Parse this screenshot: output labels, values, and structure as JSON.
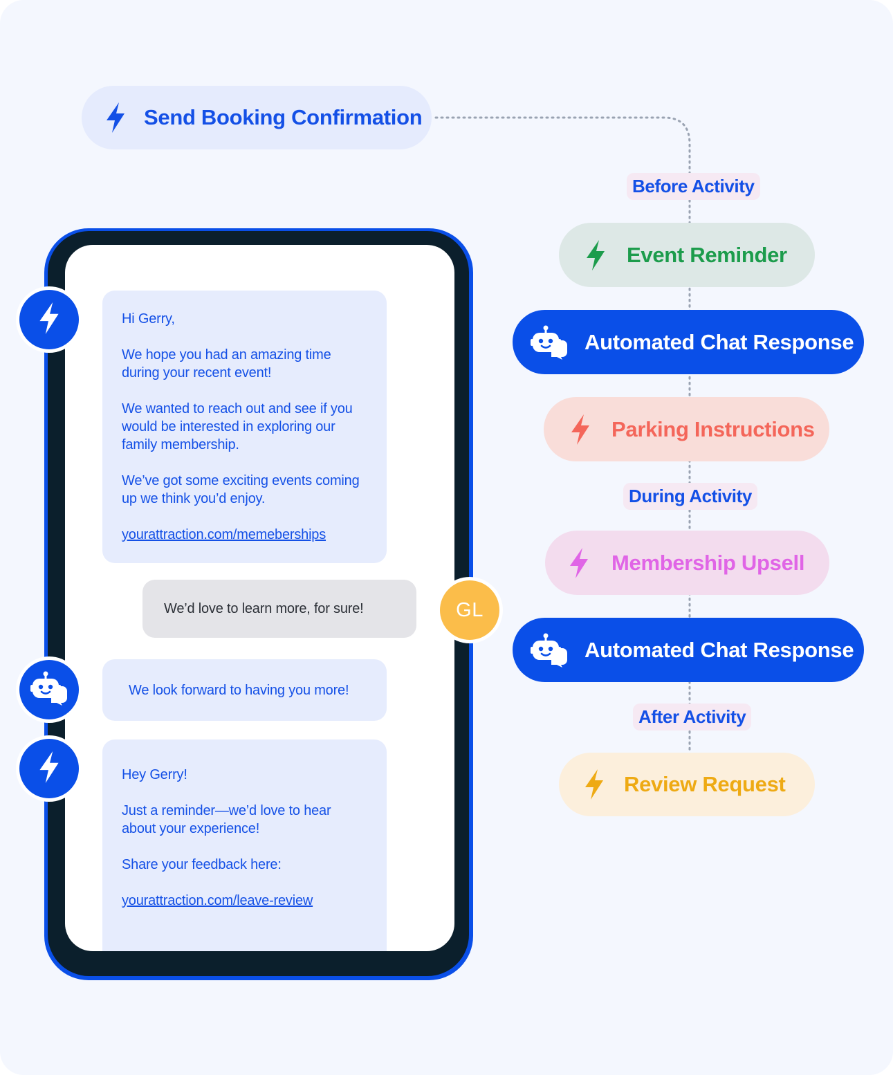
{
  "flow": {
    "send_booking": "Send Booking Confirmation",
    "before_activity": "Before Activity",
    "event_reminder": "Event Reminder",
    "automated_chat_1": "Automated Chat Response",
    "parking_instructions": "Parking Instructions",
    "during_activity": "During Activity",
    "membership_upsell": "Membership Upsell",
    "automated_chat_2": "Automated Chat Response",
    "after_activity": "After Activity",
    "review_request": "Review Request"
  },
  "colors": {
    "brand_blue": "#0a4fe8",
    "green": "#1c9c4c",
    "coral": "#f4665a",
    "pink": "#e065e6",
    "amber": "#eeaa14",
    "avatar_yellow": "#fbbd4a"
  },
  "chat": {
    "message_1": {
      "greeting": "Hi Gerry,",
      "para_1": "We hope you had an amazing time during your recent event!",
      "para_2": "We wanted to reach out and see if you would be interested in exploring our family membership.",
      "para_3": "We’ve got some exciting events coming up we think you’d enjoy.",
      "link": "yourattraction.com/memeberships"
    },
    "reply": "We’d love to learn more, for sure!",
    "user_initials": "GL",
    "bot_message": "We look forward to having you more!",
    "message_2": {
      "greeting": "Hey Gerry!",
      "para_1": "Just a reminder—we’d love to hear about your experience!",
      "para_2": "Share your feedback here:",
      "link": "yourattraction.com/leave-review"
    }
  },
  "icons": {
    "bolt": "lightning-bolt-icon",
    "bot": "chat-bot-icon"
  }
}
